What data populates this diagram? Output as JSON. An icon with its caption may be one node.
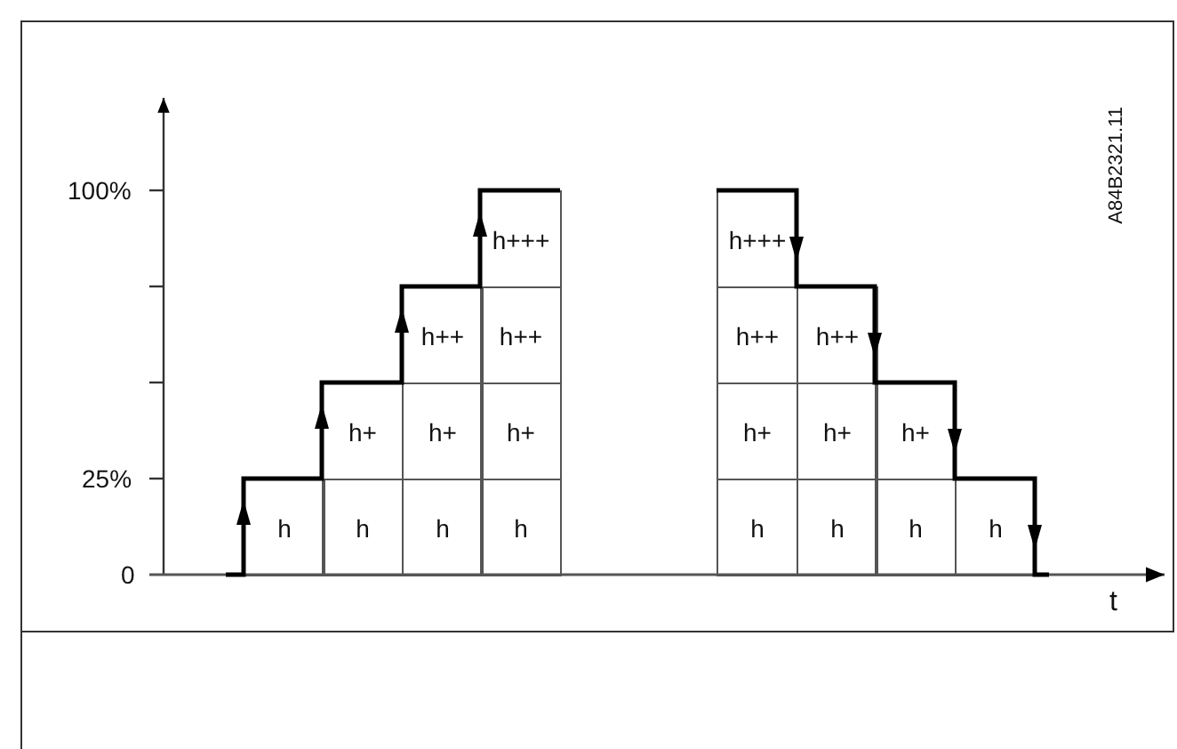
{
  "diagram": {
    "nodes": [
      {
        "text": [
          "h+++"
        ]
      },
      {
        "text": [
          "h+++"
        ]
      },
      {
        "text": [
          "h++"
        ]
      },
      {
        "text": [
          "h++"
        ]
      },
      {
        "text": [
          "h++"
        ]
      },
      {
        "text": [
          "h++"
        ]
      },
      {
        "text": [
          "h+"
        ]
      },
      {
        "text": [
          "h+"
        ]
      },
      {
        "text": [
          "h+"
        ]
      },
      {
        "text": [
          "h+"
        ]
      },
      {
        "text": [
          "h+"
        ]
      },
      {
        "text": [
          "h+"
        ]
      },
      {
        "text": [
          "h"
        ]
      },
      {
        "text": [
          "h"
        ]
      },
      {
        "text": [
          "h"
        ]
      },
      {
        "text": [
          "h"
        ]
      },
      {
        "text": [
          "h"
        ]
      },
      {
        "text": [
          "h"
        ]
      },
      {
        "text": [
          "h"
        ]
      },
      {
        "text": [
          "h"
        ]
      }
    ],
    "labels": [
      "A84B2321.11",
      "100%",
      "25%",
      "0",
      "t"
    ]
  }
}
